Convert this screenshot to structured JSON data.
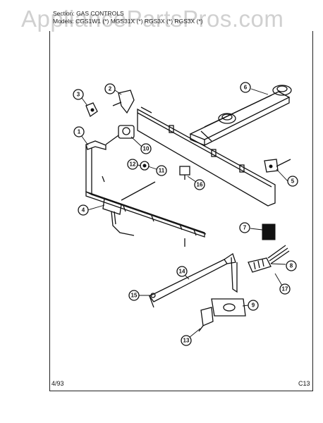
{
  "watermark": "AppliancePartsPros.com",
  "header": {
    "section": "Section: GAS CONTROLS",
    "models": "Models: CGS1W1 (*)  MGS31X (*)  RGS3X (*)  RGS3X (*)"
  },
  "footer": {
    "date": "4/93",
    "page": "C13"
  },
  "callouts": [
    "1",
    "2",
    "3",
    "4",
    "5",
    "6",
    "7",
    "8",
    "9",
    "10",
    "11",
    "12",
    "13",
    "14",
    "15",
    "16",
    "17"
  ]
}
